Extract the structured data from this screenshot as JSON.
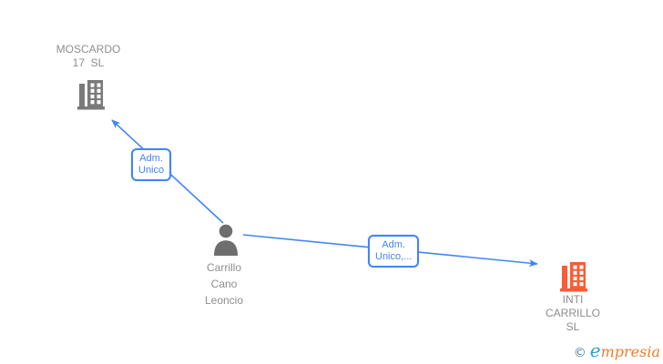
{
  "diagram": {
    "nodes": {
      "moscardo": {
        "label": "MOSCARDO\n17  SL",
        "type": "company",
        "icon": "building-icon",
        "icon_color": "#7a7a7a"
      },
      "carrillo": {
        "label": "Carrillo\nCano\nLeoncio",
        "type": "person",
        "icon": "person-icon",
        "icon_color": "#6e6e6e"
      },
      "inti": {
        "label": "INTI\nCARRILLO\nSL",
        "type": "company",
        "icon": "building-icon",
        "icon_color": "#fb5b35"
      }
    },
    "edges": [
      {
        "label": "Adm.\nUnico",
        "from": "carrillo",
        "to": "moscardo"
      },
      {
        "label": "Adm.\nUnico,...",
        "from": "carrillo",
        "to": "inti"
      }
    ],
    "edge_color": "#4285f4",
    "text_color": "#8e8e8e"
  },
  "watermark": {
    "copyright_symbol": "©",
    "brand_initial": "e",
    "brand_rest": "mpresia"
  }
}
